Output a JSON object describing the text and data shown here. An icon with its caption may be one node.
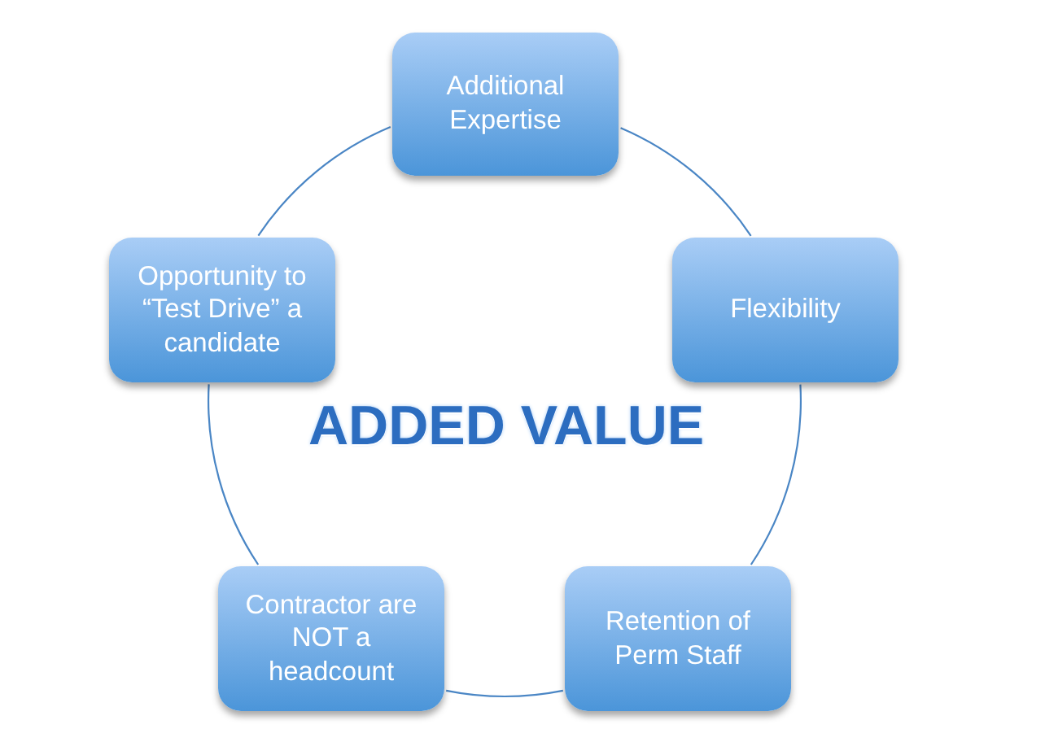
{
  "diagram": {
    "nodes": [
      {
        "text": [
          "Additional Expertise"
        ]
      },
      {
        "text": [
          "Flexibility"
        ]
      },
      {
        "text": [
          "Retention of Perm Staff"
        ]
      },
      {
        "text": [
          "Contractor are NOT a headcount"
        ]
      },
      {
        "text": [
          "Opportunity to “Test Drive” a candidate"
        ]
      }
    ],
    "edges": [
      {
        "from": 0,
        "to": 1,
        "arrow": "none"
      },
      {
        "from": 1,
        "to": 2,
        "arrow": "none"
      },
      {
        "from": 2,
        "to": 3,
        "arrow": "none"
      },
      {
        "from": 3,
        "to": 4,
        "arrow": "none"
      },
      {
        "from": 4,
        "to": 0,
        "arrow": "none"
      }
    ],
    "labels": [
      "ADDED VALUE"
    ]
  }
}
